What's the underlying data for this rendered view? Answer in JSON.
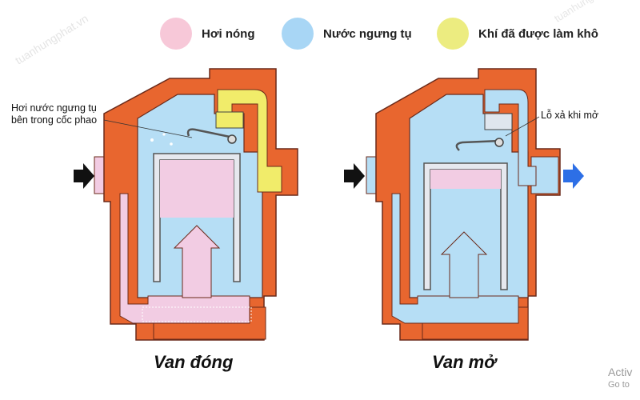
{
  "legend": [
    {
      "id": "hot",
      "label": "Hơi nóng",
      "color": "#f7c8d8"
    },
    {
      "id": "water",
      "label": "Nước ngưng tụ",
      "color": "#a8d6f5"
    },
    {
      "id": "gas",
      "label": "Khí đã được làm khô",
      "color": "#ecec80"
    }
  ],
  "colors": {
    "body_shell": "#e8662f",
    "shell_outline": "#6a2a1a",
    "steam": "#f2cce3",
    "condensate": "#b6def5",
    "dry_gas": "#f1ec6a",
    "float_cup": "#e6e8ee",
    "arrow_in": "#111111",
    "arrow_out": "#2d6fe6"
  },
  "annotations": {
    "left": "Hơi nước ngưng tụ bên trong cốc phao",
    "right": "Lỗ xả khi mở"
  },
  "captions": {
    "closed": "Van đóng",
    "open": "Van mở"
  },
  "watermarks": {
    "site_left": "tuanhungphat.vn",
    "site_top": "tuanhung",
    "activate": "Activ",
    "goto": "Go to"
  }
}
